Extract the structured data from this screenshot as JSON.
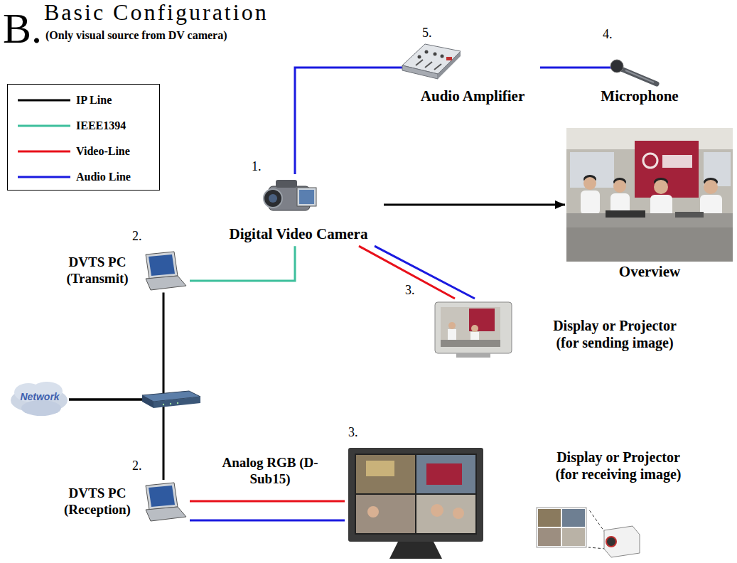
{
  "diagram": {
    "title": "Basic Configuration",
    "nodes": [
      {
        "text": [
          "Audio Amplifier"
        ]
      },
      {
        "text": [
          "Microphone"
        ]
      },
      {
        "text": [
          "Digital Video Camera"
        ]
      },
      {
        "text": [
          "Overview"
        ]
      },
      {
        "text": [
          "DVTS PC (Transmit)"
        ]
      },
      {
        "text": [
          "Display or Projector (for sending image)"
        ]
      },
      {
        "text": [
          "Network"
        ]
      },
      {
        "text": [
          "DVTS PC (Reception)"
        ]
      },
      {
        "text": [
          "Display or Projector (for receiving image)"
        ]
      }
    ],
    "edges": [
      {
        "from": 2,
        "to": 0,
        "arrow": "none"
      },
      {
        "from": 0,
        "to": 1,
        "arrow": "none"
      },
      {
        "from": 2,
        "to": 3,
        "arrow": "to"
      },
      {
        "from": 4,
        "to": 2,
        "arrow": "none"
      },
      {
        "from": 2,
        "to": 5,
        "arrow": "none"
      },
      {
        "from": 2,
        "to": 5,
        "arrow": "none"
      },
      {
        "from": 4,
        "to": 6,
        "arrow": "none"
      },
      {
        "from": 7,
        "to": 6,
        "arrow": "none"
      },
      {
        "from": 7,
        "to": 8,
        "label": "Analog RGB (D-Sub15)",
        "arrow": "none"
      },
      {
        "from": 7,
        "to": 8,
        "arrow": "none"
      }
    ],
    "labels": [
      "B.",
      "(Only visual source from DV camera)",
      "5.",
      "4.",
      "1.",
      "2.",
      "3.",
      "2.",
      "3."
    ],
    "legend": [
      {
        "text": "IP Line"
      },
      {
        "text": "IEEE1394"
      },
      {
        "text": "Video-Line"
      },
      {
        "text": "Audio Line"
      }
    ]
  }
}
